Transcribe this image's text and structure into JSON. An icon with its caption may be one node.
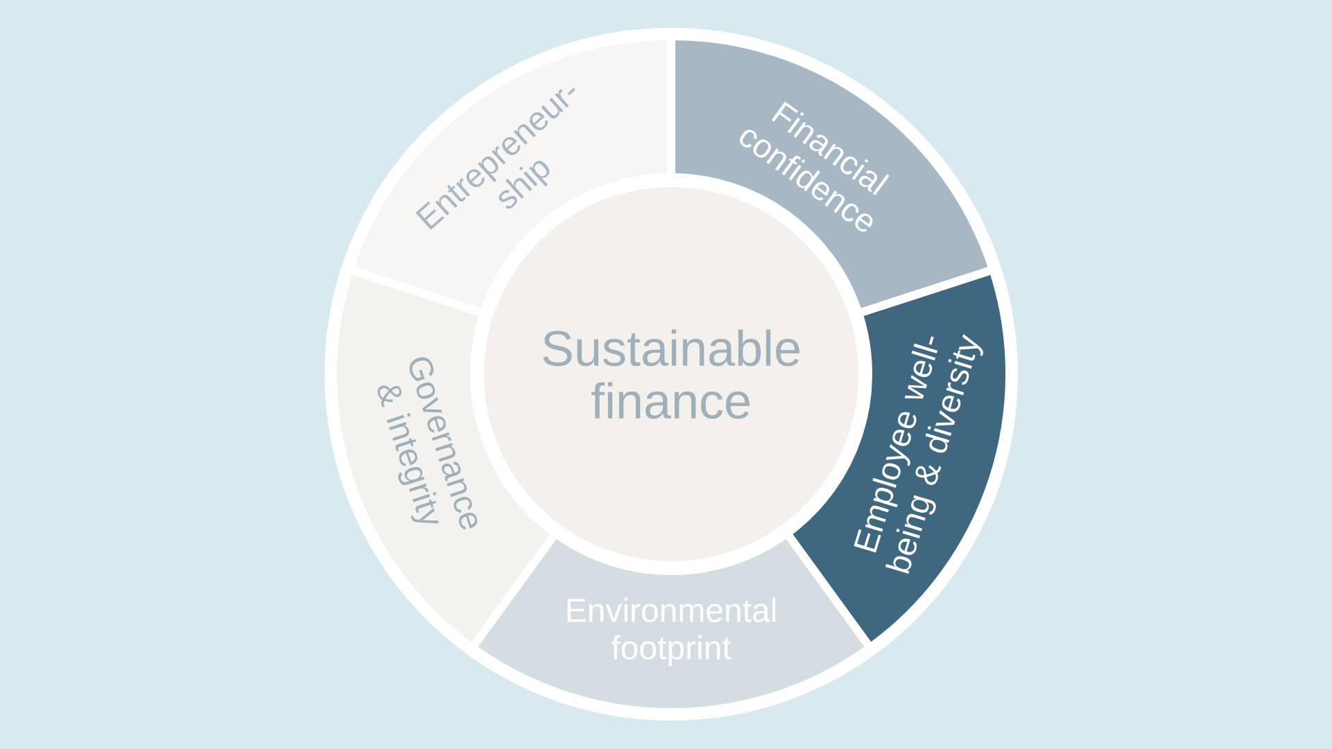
{
  "diagram": {
    "nodes": [
      {
        "text": [
          "Entrepreneur- ship"
        ]
      },
      {
        "text": [
          "Financial confidence"
        ]
      },
      {
        "text": [
          "Governance & integrity"
        ]
      },
      {
        "text": [
          "Sustainable finance"
        ]
      },
      {
        "text": [
          "Employee well- being & diversity"
        ]
      },
      {
        "text": [
          "Environmental footprint"
        ]
      }
    ]
  }
}
